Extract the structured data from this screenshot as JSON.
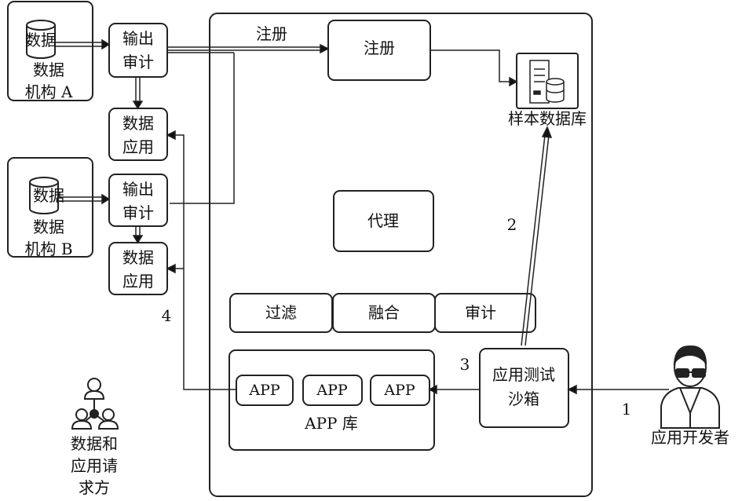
{
  "org_a": {
    "db_line1": "数据",
    "db_line2": "数据",
    "db_line3": "机构 A"
  },
  "org_b": {
    "db_line1": "数据",
    "db_line2": "数据",
    "db_line3": "机构 B"
  },
  "audit_out_a": {
    "line1": "输出",
    "line2": "审计"
  },
  "audit_out_b": {
    "line1": "输出",
    "line2": "审计"
  },
  "data_app_a": {
    "line1": "数据",
    "line2": "应用"
  },
  "data_app_b": {
    "line1": "数据",
    "line2": "应用"
  },
  "register_arrow_label": "注册",
  "register_box": "注册",
  "sample_db_label": "样本数据库",
  "proxy_box": "代理",
  "modules": {
    "filter": "过滤",
    "fusion": "融合",
    "audit": "审计"
  },
  "app_lib": {
    "app1": "APP",
    "app2": "APP",
    "app3": "APP",
    "label": "APP 库"
  },
  "sandbox": {
    "line1": "应用测试",
    "line2": "沙箱"
  },
  "developer_label": "应用开发者",
  "requester": {
    "line1": "数据和",
    "line2": "应用请",
    "line3": "求方"
  },
  "step_labels": {
    "s1": "1",
    "s2": "2",
    "s3": "3",
    "s4": "4"
  },
  "colors": {
    "stroke": "#222222",
    "background": "#ffffff"
  }
}
